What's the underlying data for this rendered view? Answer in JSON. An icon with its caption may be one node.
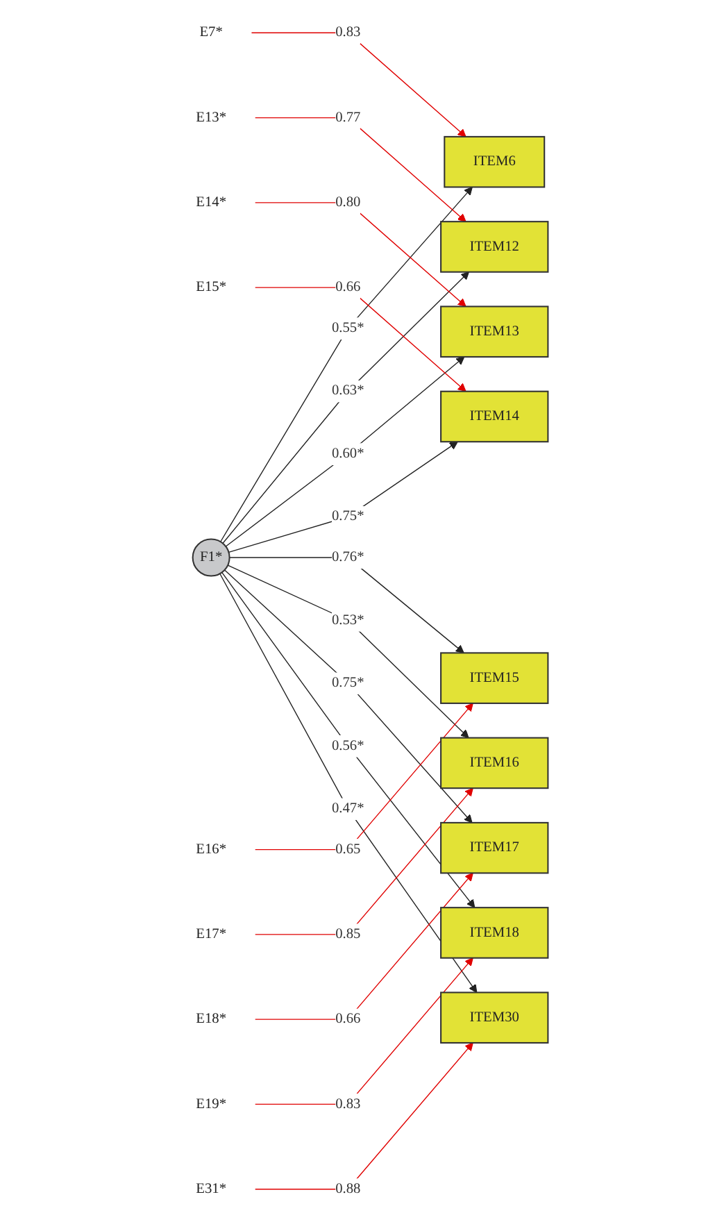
{
  "diagram": {
    "nodes": [
      {
        "text": [
          "F1*"
        ]
      },
      {
        "text": [
          "ITEM6"
        ]
      },
      {
        "text": [
          "ITEM12"
        ]
      },
      {
        "text": [
          "ITEM13"
        ]
      },
      {
        "text": [
          "ITEM14"
        ]
      },
      {
        "text": [
          "ITEM15"
        ]
      },
      {
        "text": [
          "ITEM16"
        ]
      },
      {
        "text": [
          "ITEM17"
        ]
      },
      {
        "text": [
          "ITEM18"
        ]
      },
      {
        "text": [
          "ITEM30"
        ]
      },
      {
        "text": [
          "E7*"
        ]
      },
      {
        "text": [
          "E13*"
        ]
      },
      {
        "text": [
          "E14*"
        ]
      },
      {
        "text": [
          "E15*"
        ]
      },
      {
        "text": [
          "E16*"
        ]
      },
      {
        "text": [
          "E17*"
        ]
      },
      {
        "text": [
          "E18*"
        ]
      },
      {
        "text": [
          "E19*"
        ]
      },
      {
        "text": [
          "E31*"
        ]
      }
    ],
    "edges": [
      {
        "from": 0,
        "to": 1,
        "arrow": "to",
        "label": "0.55*"
      },
      {
        "from": 0,
        "to": 2,
        "arrow": "to",
        "label": "0.63*"
      },
      {
        "from": 0,
        "to": 3,
        "arrow": "to",
        "label": "0.60*"
      },
      {
        "from": 0,
        "to": 4,
        "arrow": "to",
        "label": "0.75*"
      },
      {
        "from": 0,
        "to": 5,
        "arrow": "to",
        "label": "0.76*"
      },
      {
        "from": 0,
        "to": 6,
        "arrow": "to",
        "label": "0.53*"
      },
      {
        "from": 0,
        "to": 7,
        "arrow": "to",
        "label": "0.75*"
      },
      {
        "from": 0,
        "to": 8,
        "arrow": "to",
        "label": "0.56*"
      },
      {
        "from": 0,
        "to": 9,
        "arrow": "to",
        "label": "0.47*"
      },
      {
        "from": 10,
        "to": 1,
        "arrow": "to",
        "label": "0.83",
        "color": "#e00000"
      },
      {
        "from": 11,
        "to": 2,
        "arrow": "to",
        "label": "0.77",
        "color": "#e00000"
      },
      {
        "from": 12,
        "to": 3,
        "arrow": "to",
        "label": "0.80",
        "color": "#e00000"
      },
      {
        "from": 13,
        "to": 4,
        "arrow": "to",
        "label": "0.66",
        "color": "#e00000"
      },
      {
        "from": 14,
        "to": 5,
        "arrow": "to",
        "label": "0.65",
        "color": "#e00000"
      },
      {
        "from": 15,
        "to": 6,
        "arrow": "to",
        "label": "0.85",
        "color": "#e00000"
      },
      {
        "from": 16,
        "to": 7,
        "arrow": "to",
        "label": "0.66",
        "color": "#e00000"
      },
      {
        "from": 17,
        "to": 8,
        "arrow": "to",
        "label": "0.83",
        "color": "#e00000"
      },
      {
        "from": 18,
        "to": 9,
        "arrow": "to",
        "label": "0.88",
        "color": "#e00000"
      }
    ]
  }
}
